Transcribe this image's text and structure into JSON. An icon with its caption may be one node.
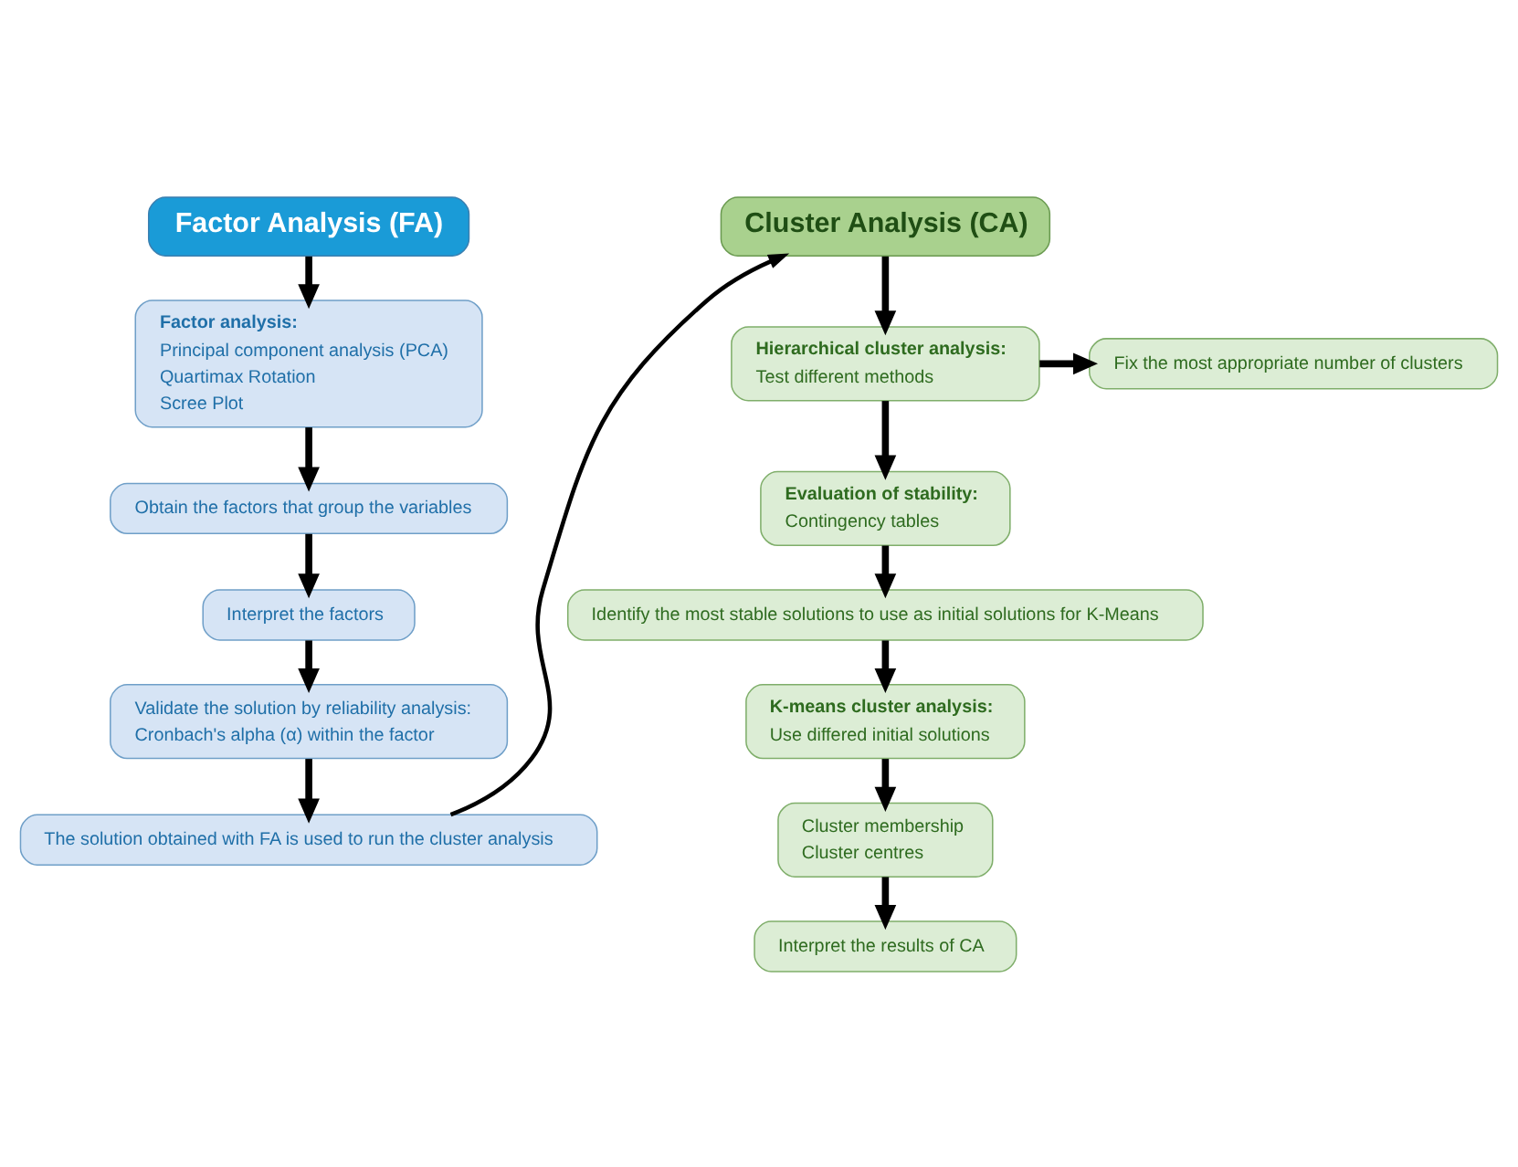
{
  "diagram": {
    "nodes": [
      {
        "text": [
          "Factor Analysis (FA)"
        ]
      },
      {
        "text": [
          "Factor analysis:",
          "Principal component analysis (PCA)",
          "Quartimax Rotation",
          "Scree Plot"
        ]
      },
      {
        "text": [
          "Obtain the factors that group the variables"
        ]
      },
      {
        "text": [
          "Interpret the factors"
        ]
      },
      {
        "text": [
          "Validate the solution by reliability analysis:",
          "Cronbach's alpha (α) within the factor"
        ]
      },
      {
        "text": [
          "The solution obtained with FA is used to run the cluster analysis"
        ]
      },
      {
        "text": [
          "Cluster Analysis (CA)"
        ]
      },
      {
        "text": [
          "Hierarchical cluster analysis:",
          "Test different methods"
        ]
      },
      {
        "text": [
          "Fix the most appropriate number of clusters"
        ]
      },
      {
        "text": [
          "Evaluation of stability:",
          "Contingency tables"
        ]
      },
      {
        "text": [
          "Identify the most stable solutions to use as initial solutions for K-Means"
        ]
      },
      {
        "text": [
          "K-means cluster analysis:",
          "Use differed initial solutions"
        ]
      },
      {
        "text": [
          "Cluster membership",
          "Cluster centres"
        ]
      },
      {
        "text": [
          "Interpret the results of CA"
        ]
      }
    ],
    "edges": [
      {
        "from": 0,
        "to": 1,
        "arrow": "to"
      },
      {
        "from": 1,
        "to": 2,
        "arrow": "to"
      },
      {
        "from": 2,
        "to": 3,
        "arrow": "to"
      },
      {
        "from": 3,
        "to": 4,
        "arrow": "to"
      },
      {
        "from": 4,
        "to": 5,
        "arrow": "to"
      },
      {
        "from": 5,
        "to": 6,
        "arrow": "to"
      },
      {
        "from": 6,
        "to": 7,
        "arrow": "to"
      },
      {
        "from": 7,
        "to": 9,
        "arrow": "to"
      },
      {
        "from": 7,
        "to": 8,
        "arrow": "to"
      },
      {
        "from": 9,
        "to": 10,
        "arrow": "to"
      },
      {
        "from": 10,
        "to": 11,
        "arrow": "to"
      },
      {
        "from": 11,
        "to": 12,
        "arrow": "to"
      },
      {
        "from": 12,
        "to": 13,
        "arrow": "to"
      }
    ]
  }
}
